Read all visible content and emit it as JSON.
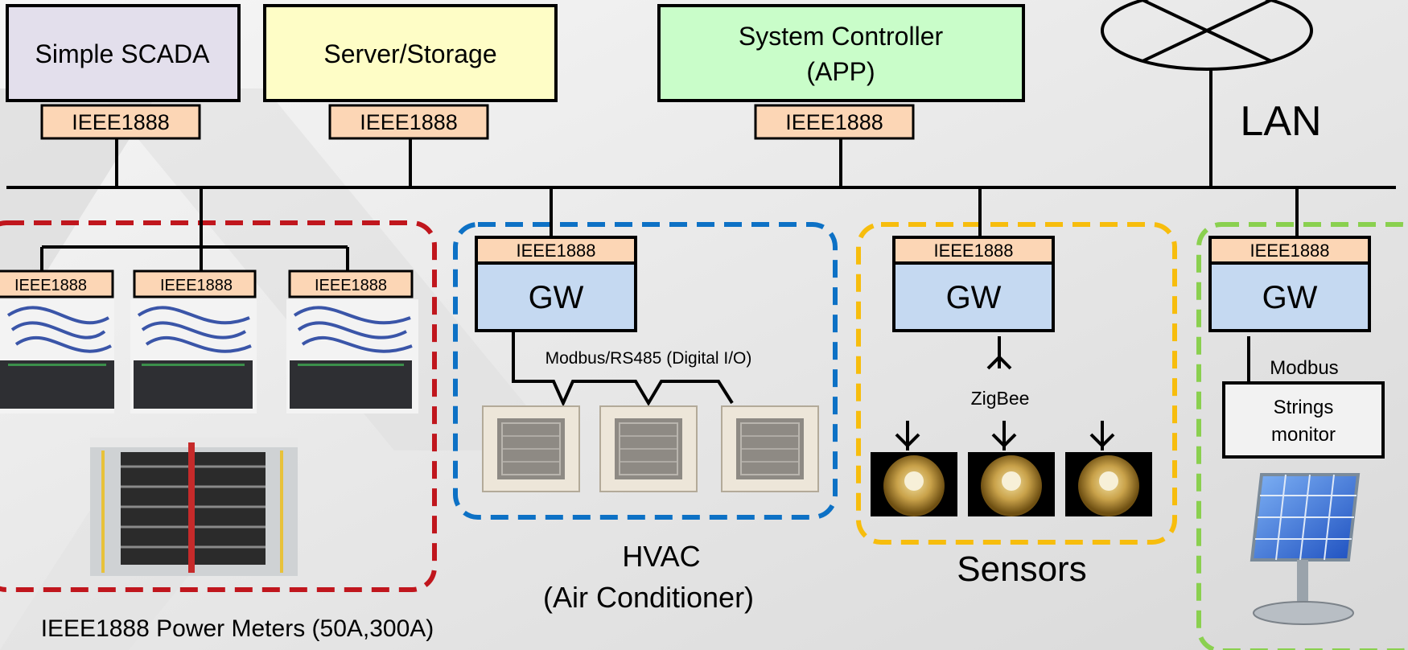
{
  "top_nodes": {
    "scada": "Simple SCADA",
    "server": "Server/Storage",
    "controller_line1": "System Controller",
    "controller_line2": "(APP)"
  },
  "protocol_tag": "IEEE1888",
  "lan_label": "LAN",
  "gateway_label": "GW",
  "power_meters": {
    "caption": "IEEE1888 Power Meters (50A,300A)"
  },
  "hvac": {
    "link_label": "Modbus/RS485 (Digital I/O)",
    "caption_line1": "HVAC",
    "caption_line2": "(Air Conditioner)"
  },
  "sensors": {
    "link_label": "ZigBee",
    "caption": "Sensors"
  },
  "solar": {
    "link_label": "Modbus",
    "monitor_line1": "Strings",
    "monitor_line2": "monitor"
  },
  "colors": {
    "scada_fill": "#e3dfec",
    "server_fill": "#fefdc6",
    "controller_fill": "#c9fdc9",
    "tag_fill": "#fcd6b5",
    "gw_fill": "#c5d9f1",
    "power_group_border": "#c0161d",
    "hvac_group_border": "#0d71c5",
    "sensor_group_border": "#f7bd0d",
    "solar_group_border": "#8ad04f"
  }
}
